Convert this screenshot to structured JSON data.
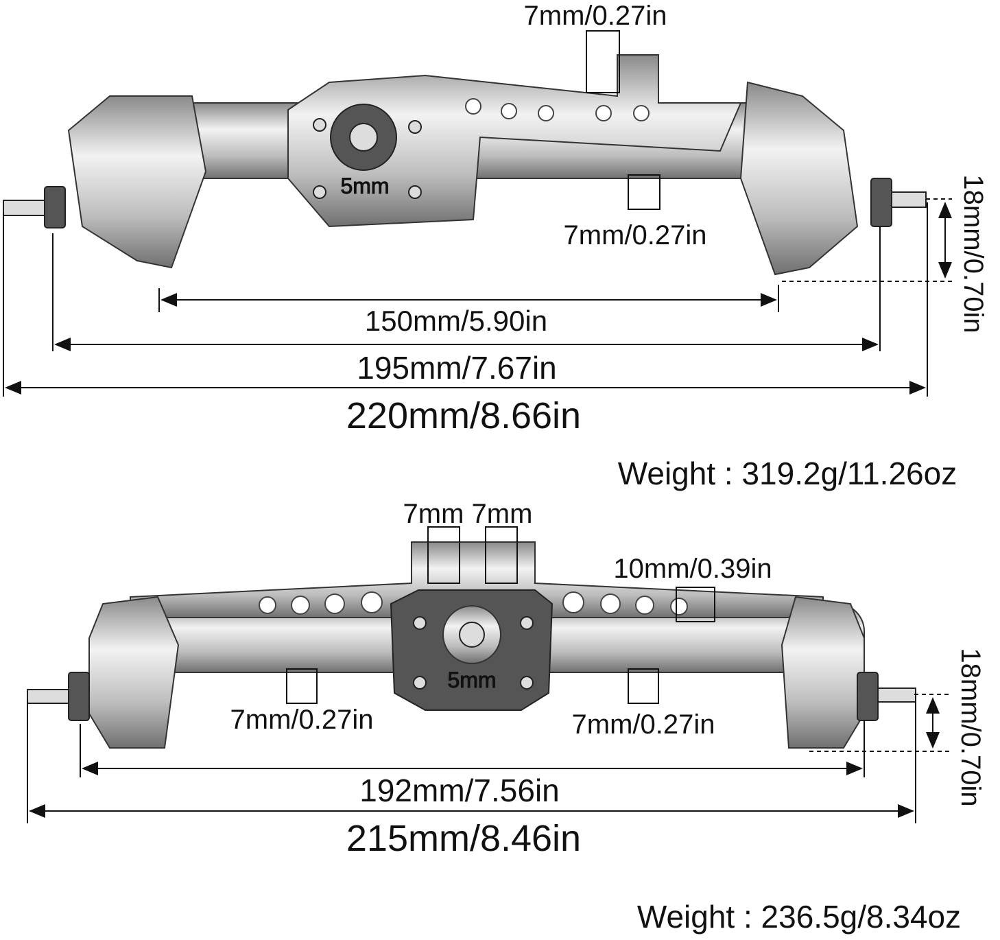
{
  "front_axle": {
    "top_mount_label": "7mm/0.27in",
    "diff_label": "5mm",
    "lower_mount_label": "7mm/0.27in",
    "inner_width": "150mm/5.90in",
    "hub_width": "195mm/7.67in",
    "total_width": "220mm/8.66in",
    "height_offset": "18mm/0.70in",
    "weight": "Weight : 319.2g/11.26oz"
  },
  "rear_axle": {
    "top_mount_label": "7mm 7mm",
    "link_mount_label": "10mm/0.39in",
    "diff_label": "5mm",
    "lower_mount_left_label": "7mm/0.27in",
    "lower_mount_right_label": "7mm/0.27in",
    "hub_width": "192mm/7.56in",
    "total_width": "215mm/8.46in",
    "height_offset": "18mm/0.70in",
    "weight": "Weight : 236.5g/8.34oz"
  },
  "colors": {
    "metal_light": "#f2f2f2",
    "metal_dark": "#8a8a8a",
    "line": "#111111"
  }
}
